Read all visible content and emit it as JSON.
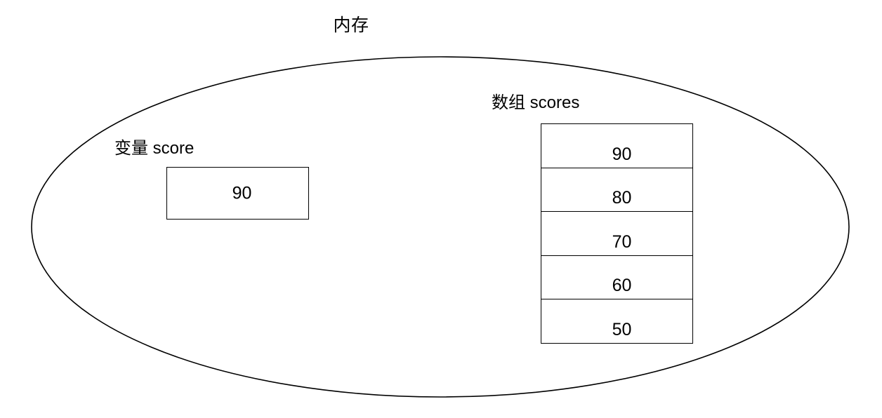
{
  "diagram": {
    "title": "内存",
    "background_color": "#ffffff",
    "stroke_color": "#000000",
    "text_color": "#000000",
    "container_shape": "ellipse"
  },
  "variable": {
    "label": "变量 score",
    "value": "90"
  },
  "array": {
    "label": "数组 scores",
    "cells": [
      {
        "value": "90"
      },
      {
        "value": "80"
      },
      {
        "value": "70"
      },
      {
        "value": "60"
      },
      {
        "value": "50"
      }
    ]
  }
}
